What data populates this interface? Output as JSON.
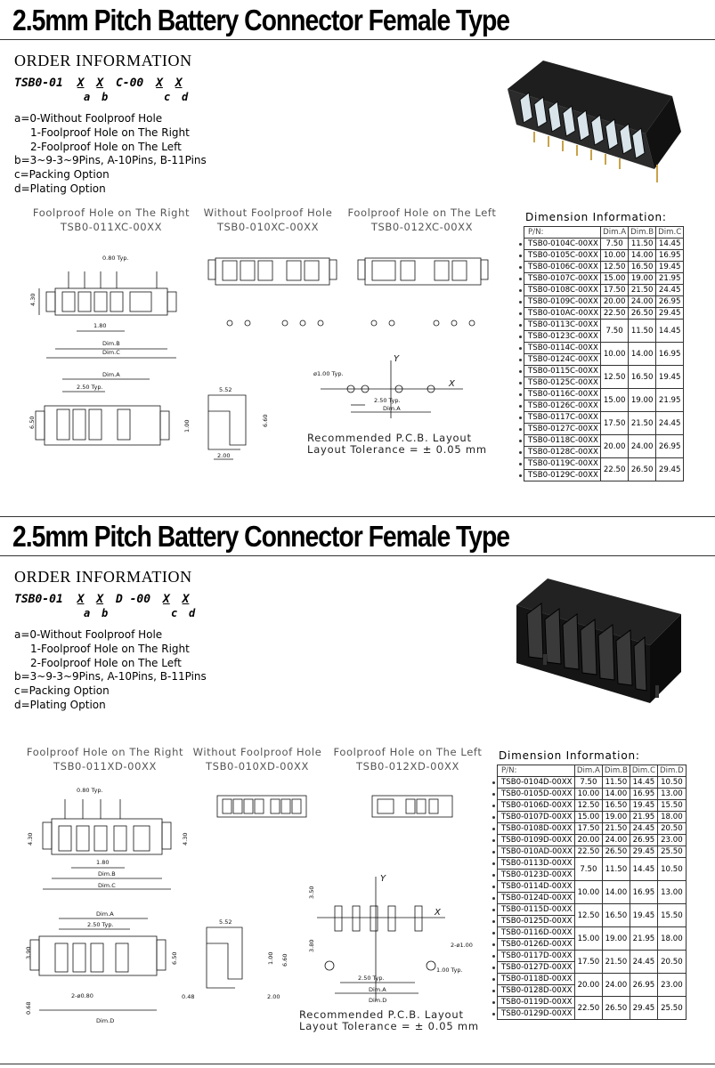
{
  "sections": [
    {
      "title": "2.5mm Pitch Battery Connector Female Type",
      "order_title": "ORDER INFORMATION",
      "code": {
        "prefix": "TSB0-01",
        "x1": "X",
        "x2": "X",
        "mid": "C-00",
        "x3": "X",
        "x4": "X",
        "a": "a",
        "b": "b",
        "c": "c",
        "d": "d"
      },
      "options": [
        "a=0-Without Foolproof Hole",
        "1-Foolproof Hole on The Right",
        "2-Foolproof Hole on The Left",
        "b=3~9-3~9Pins, A-10Pins, B-11Pins",
        "c=Packing Option",
        "d=Plating Option"
      ],
      "views": [
        {
          "label": "Foolproof Hole on The Right",
          "code": "TSB0-011XC-00XX"
        },
        {
          "label": "Without Foolproof Hole",
          "code": "TSB0-010XC-00XX"
        },
        {
          "label": "Foolproof Hole on The Left",
          "code": "TSB0-012XC-00XX"
        }
      ],
      "drawing_labels": {
        "typ": "0.80 Typ.",
        "h": "4.30",
        "p": "1.80",
        "dimB": "Dim.B",
        "dimC": "Dim.C",
        "dimA": "Dim.A",
        "pitch": "2.50 Typ.",
        "h2": "6.50",
        "w1": "5.52",
        "h3": "1.00",
        "h4": "6.60",
        "w2": "2.00",
        "hole": "ø1.00 Typ.",
        "pcb_pitch": "2.50 Typ.",
        "pcb_dimA": "Dim.A",
        "y": "Y",
        "x": "X"
      },
      "recommended": "Recommended P.C.B. Layout",
      "tolerance": "Layout Tolerance = ± 0.05 mm",
      "dim_title": "Dimension Information:",
      "dim_headers": [
        "P/N:",
        "Dim.A",
        "Dim.B",
        "Dim.C"
      ],
      "dim_rows": [
        {
          "pn": [
            "TSB0-0104C-00XX"
          ],
          "vals": [
            "7.50",
            "11.50",
            "14.45"
          ]
        },
        {
          "pn": [
            "TSB0-0105C-00XX"
          ],
          "vals": [
            "10.00",
            "14.00",
            "16.95"
          ]
        },
        {
          "pn": [
            "TSB0-0106C-00XX"
          ],
          "vals": [
            "12.50",
            "16.50",
            "19.45"
          ]
        },
        {
          "pn": [
            "TSB0-0107C-00XX"
          ],
          "vals": [
            "15.00",
            "19.00",
            "21.95"
          ]
        },
        {
          "pn": [
            "TSB0-0108C-00XX"
          ],
          "vals": [
            "17.50",
            "21.50",
            "24.45"
          ]
        },
        {
          "pn": [
            "TSB0-0109C-00XX"
          ],
          "vals": [
            "20.00",
            "24.00",
            "26.95"
          ]
        },
        {
          "pn": [
            "TSB0-010AC-00XX"
          ],
          "vals": [
            "22.50",
            "26.50",
            "29.45"
          ]
        },
        {
          "pn": [
            "TSB0-0113C-00XX",
            "TSB0-0123C-00XX"
          ],
          "vals": [
            "7.50",
            "11.50",
            "14.45"
          ]
        },
        {
          "pn": [
            "TSB0-0114C-00XX",
            "TSB0-0124C-00XX"
          ],
          "vals": [
            "10.00",
            "14.00",
            "16.95"
          ]
        },
        {
          "pn": [
            "TSB0-0115C-00XX",
            "TSB0-0125C-00XX"
          ],
          "vals": [
            "12.50",
            "16.50",
            "19.45"
          ]
        },
        {
          "pn": [
            "TSB0-0116C-00XX",
            "TSB0-0126C-00XX"
          ],
          "vals": [
            "15.00",
            "19.00",
            "21.95"
          ]
        },
        {
          "pn": [
            "TSB0-0117C-00XX",
            "TSB0-0127C-00XX"
          ],
          "vals": [
            "17.50",
            "21.50",
            "24.45"
          ]
        },
        {
          "pn": [
            "TSB0-0118C-00XX",
            "TSB0-0128C-00XX"
          ],
          "vals": [
            "20.00",
            "24.00",
            "26.95"
          ]
        },
        {
          "pn": [
            "TSB0-0119C-00XX",
            "TSB0-0129C-00XX"
          ],
          "vals": [
            "22.50",
            "26.50",
            "29.45"
          ]
        }
      ]
    },
    {
      "title": "2.5mm Pitch Battery Connector Female Type",
      "order_title": "ORDER INFORMATION",
      "code": {
        "prefix": "TSB0-01",
        "x1": "X",
        "x2": "X",
        "mid": "D -00",
        "x3": "X",
        "x4": "X",
        "a": "a",
        "b": "b",
        "c": "c",
        "d": "d"
      },
      "options": [
        "a=0-Without Foolproof Hole",
        "1-Foolproof Hole on The Right",
        "2-Foolproof Hole on The Left",
        "b=3~9-3~9Pins, A-10Pins, B-11Pins",
        "c=Packing Option",
        "d=Plating Option"
      ],
      "views": [
        {
          "label": "Foolproof Hole on The Right",
          "code": "TSB0-011XD-00XX"
        },
        {
          "label": "Without Foolproof Hole",
          "code": "TSB0-010XD-00XX"
        },
        {
          "label": "Foolproof Hole on The Left",
          "code": "TSB0-012XD-00XX"
        }
      ],
      "drawing_labels": {
        "typ": "0.80 Typ.",
        "h": "4.30",
        "p": "1.80",
        "dimB": "Dim.B",
        "dimC": "Dim.C",
        "dimA": "Dim.A",
        "pitch": "2.50 Typ.",
        "h2": "6.50",
        "h5": "3.90",
        "hole2": "2-ø0.80",
        "dimD": "Dim.D",
        "w1": "5.52",
        "h3": "1.00",
        "h4": "6.60",
        "w2": "2.00",
        "w3": "0.48",
        "h6": "0.68",
        "pcb_h1": "3.50",
        "pcb_h2": "3.80",
        "hole": "2-ø1.00",
        "hole_typ": "1.00 Typ.",
        "pcb_pitch": "2.50 Typ.",
        "pcb_dimA": "Dim.A",
        "pcb_dimD": "Dim.D",
        "y": "Y",
        "x": "X"
      },
      "recommended": "Recommended P.C.B. Layout",
      "tolerance": "Layout Tolerance = ± 0.05 mm",
      "dim_title": "Dimension Information:",
      "dim_headers": [
        "P/N:",
        "Dim.A",
        "Dim.B",
        "Dim.C",
        "Dim.D"
      ],
      "dim_rows": [
        {
          "pn": [
            "TSB0-0104D-00XX"
          ],
          "vals": [
            "7.50",
            "11.50",
            "14.45",
            "10.50"
          ]
        },
        {
          "pn": [
            "TSB0-0105D-00XX"
          ],
          "vals": [
            "10.00",
            "14.00",
            "16.95",
            "13.00"
          ]
        },
        {
          "pn": [
            "TSB0-0106D-00XX"
          ],
          "vals": [
            "12.50",
            "16.50",
            "19.45",
            "15.50"
          ]
        },
        {
          "pn": [
            "TSB0-0107D-00XX"
          ],
          "vals": [
            "15.00",
            "19.00",
            "21.95",
            "18.00"
          ]
        },
        {
          "pn": [
            "TSB0-0108D-00XX"
          ],
          "vals": [
            "17.50",
            "21.50",
            "24.45",
            "20.50"
          ]
        },
        {
          "pn": [
            "TSB0-0109D-00XX"
          ],
          "vals": [
            "20.00",
            "24.00",
            "26.95",
            "23.00"
          ]
        },
        {
          "pn": [
            "TSB0-010AD-00XX"
          ],
          "vals": [
            "22.50",
            "26.50",
            "29.45",
            "25.50"
          ]
        },
        {
          "pn": [
            "TSB0-0113D-00XX",
            "TSB0-0123D-00XX"
          ],
          "vals": [
            "7.50",
            "11.50",
            "14.45",
            "10.50"
          ]
        },
        {
          "pn": [
            "TSB0-0114D-00XX",
            "TSB0-0124D-00XX"
          ],
          "vals": [
            "10.00",
            "14.00",
            "16.95",
            "13.00"
          ]
        },
        {
          "pn": [
            "TSB0-0115D-00XX",
            "TSB0-0125D-00XX"
          ],
          "vals": [
            "12.50",
            "16.50",
            "19.45",
            "15.50"
          ]
        },
        {
          "pn": [
            "TSB0-0116D-00XX",
            "TSB0-0126D-00XX"
          ],
          "vals": [
            "15.00",
            "19.00",
            "21.95",
            "18.00"
          ]
        },
        {
          "pn": [
            "TSB0-0117D-00XX",
            "TSB0-0127D-00XX"
          ],
          "vals": [
            "17.50",
            "21.50",
            "24.45",
            "20.50"
          ]
        },
        {
          "pn": [
            "TSB0-0118D-00XX",
            "TSB0-0128D-00XX"
          ],
          "vals": [
            "20.00",
            "24.00",
            "26.95",
            "23.00"
          ]
        },
        {
          "pn": [
            "TSB0-0119D-00XX",
            "TSB0-0129D-00XX"
          ],
          "vals": [
            "22.50",
            "26.50",
            "29.45",
            "25.50"
          ]
        }
      ]
    }
  ]
}
